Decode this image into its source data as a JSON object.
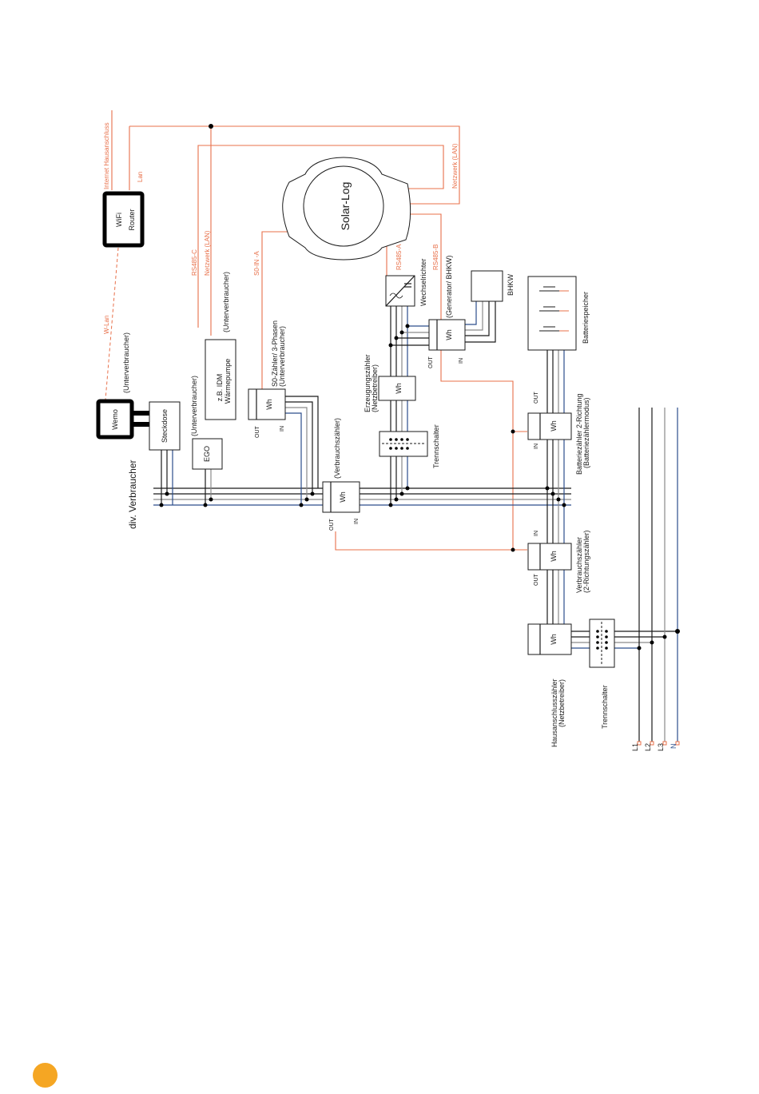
{
  "labels": {
    "internet": "Internet Hausanschluss",
    "lan": "Lan",
    "router_line1": "WiFi",
    "router_line2": "Router",
    "wlan": "W-Lan",
    "wemo": "Wemo",
    "wemo_sub": "(Unterverbraucher)",
    "steckdose": "Steckdose",
    "div_verbraucher": "div. Verbraucher",
    "ego": "EGO",
    "ego_sub": "(Unterverbraucher)",
    "heatpump_line1": "z.B. IDM",
    "heatpump_line2": "Wärmepumpe",
    "heatpump_sub": "(Unterverbraucher)",
    "rs485c": "RS485-C",
    "netzwerk_lan_left": "Netzwerk (LAN)",
    "s0_in_a": "S0-IN -A",
    "s0_meter_line1": "S0-Zähler/ 3-Phasen",
    "s0_meter_line2": "(Unterverbraucher)",
    "solar_log": "Solar-Log",
    "netzwerk_lan_right": "Netzwerk (LAN)",
    "rs485a": "RS485-A",
    "rs485b": "RS485-B",
    "inverter": "Wechselrichter",
    "generator": "(Generator/ BHKW)",
    "bhkw": "BHKW",
    "battery_storage": "Batteriespeicher",
    "gen_meter_line1": "Erzeugungszähler",
    "gen_meter_line2": "(Netzbetreiber)",
    "trenn1": "Trennschalter",
    "cons_meter_sub": "(Verbrauchszähler)",
    "batt_meter_line1": "Batteriezähler 2-Richtung",
    "batt_meter_line2": "(Batteriezählermodus)",
    "bidir_meter_line1": "Verbrauchszähler",
    "bidir_meter_line2": "(2-Richtungszähler)",
    "house_meter_line1": "Hausanschlusszähler",
    "house_meter_line2": "(Netzbetreiber)",
    "trenn2": "Trennschalter",
    "wh": "Wh",
    "out": "OUT",
    "in": "IN",
    "l1": "L1",
    "l2": "L2",
    "l3": "L3",
    "n": "N"
  },
  "colors": {
    "network_wire": "#e8704a",
    "phase_wire": "#1a1a1a",
    "neutral_wire": "#2c4e8c",
    "page_marker": "#f5a623"
  }
}
